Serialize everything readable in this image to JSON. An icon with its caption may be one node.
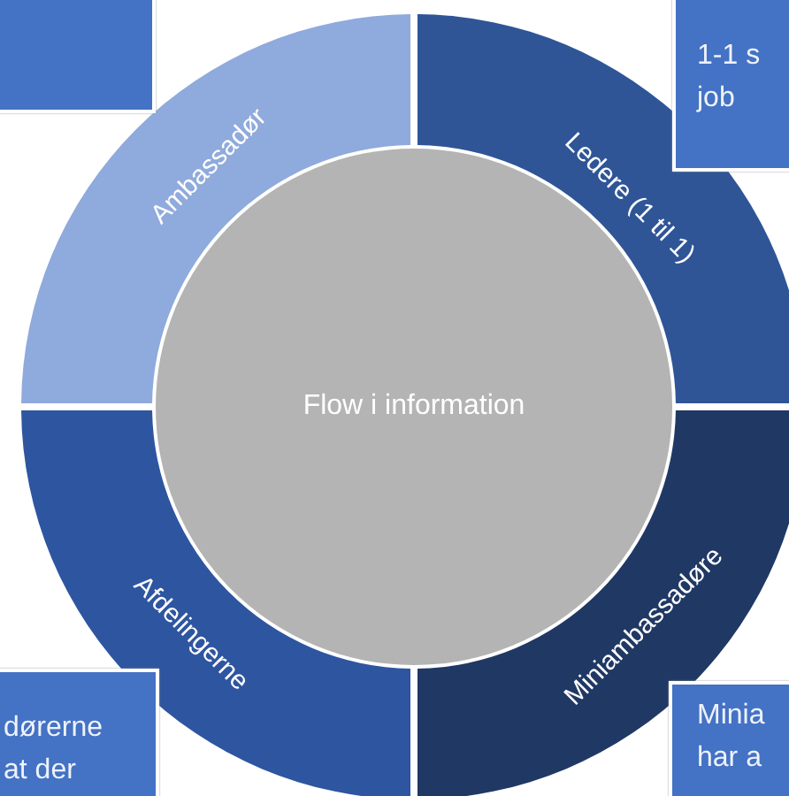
{
  "diagram": {
    "nodes": [
      {
        "text": [
          "Flow i information"
        ]
      },
      {
        "text": [
          "Ambassadør"
        ]
      },
      {
        "text": [
          "Ledere (1 til 1)"
        ]
      },
      {
        "text": [
          "Afdelingerne"
        ]
      },
      {
        "text": [
          "Miniambassadøre"
        ]
      },
      {
        "text": [],
        "shape": "box"
      },
      {
        "text": [
          "1-1 s job"
        ]
      },
      {
        "text": [
          "dørerne at der"
        ]
      },
      {
        "text": [
          "Minia har a"
        ]
      }
    ]
  }
}
